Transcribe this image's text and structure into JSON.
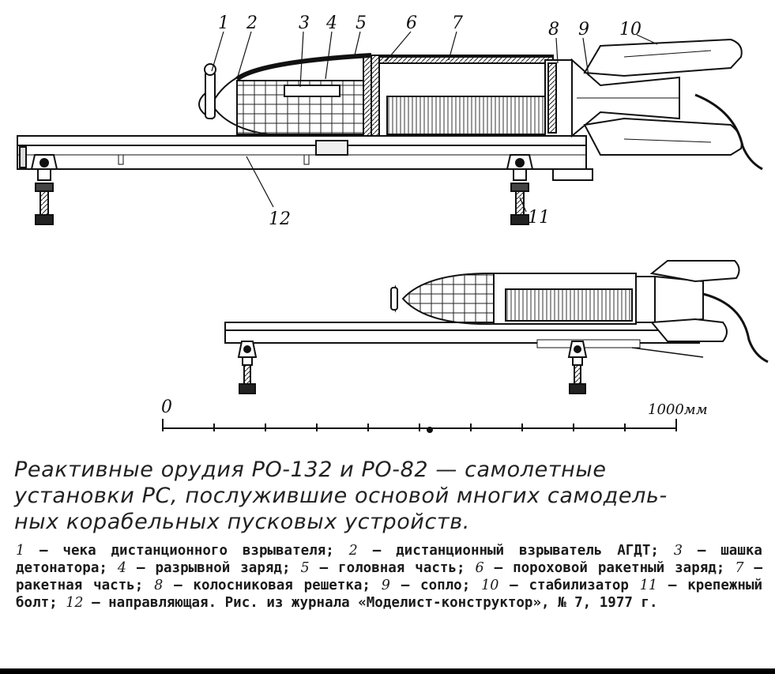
{
  "figure": {
    "labels": [
      "1",
      "2",
      "3",
      "4",
      "5",
      "6",
      "7",
      "8",
      "9",
      "10",
      "11",
      "12"
    ],
    "scale": {
      "start": "0",
      "end": "1000мм"
    }
  },
  "caption": {
    "title_lines": [
      "Реактивные орудия РО-132 и РО-82 — самолетные",
      "установки РС, послужившие основой многих самодель-",
      "ных корабельных пусковых устройств."
    ],
    "legend": [
      {
        "num": "1",
        "text": "— чека дистанционного взрывателя;"
      },
      {
        "num": "2",
        "text": "— дистанционный взрыватель АГДТ;"
      },
      {
        "num": "3",
        "text": "— шашка детонатора;"
      },
      {
        "num": "4",
        "text": "— разрывной заряд;"
      },
      {
        "num": "5",
        "text": "— головная часть;"
      },
      {
        "num": "6",
        "text": "— пороховой ракетный заряд;"
      },
      {
        "num": "7",
        "text": "— ракетная часть;"
      },
      {
        "num": "8",
        "text": "— колосниковая решетка;"
      },
      {
        "num": "9",
        "text": "— сопло;"
      },
      {
        "num": "10",
        "text": "— стабилизатор"
      },
      {
        "num": "11",
        "text": "— крепежный болт;"
      },
      {
        "num": "12",
        "text": "— направляющая. Рис. из журнала «Моделист-конструктор», № 7, 1977 г."
      }
    ]
  }
}
